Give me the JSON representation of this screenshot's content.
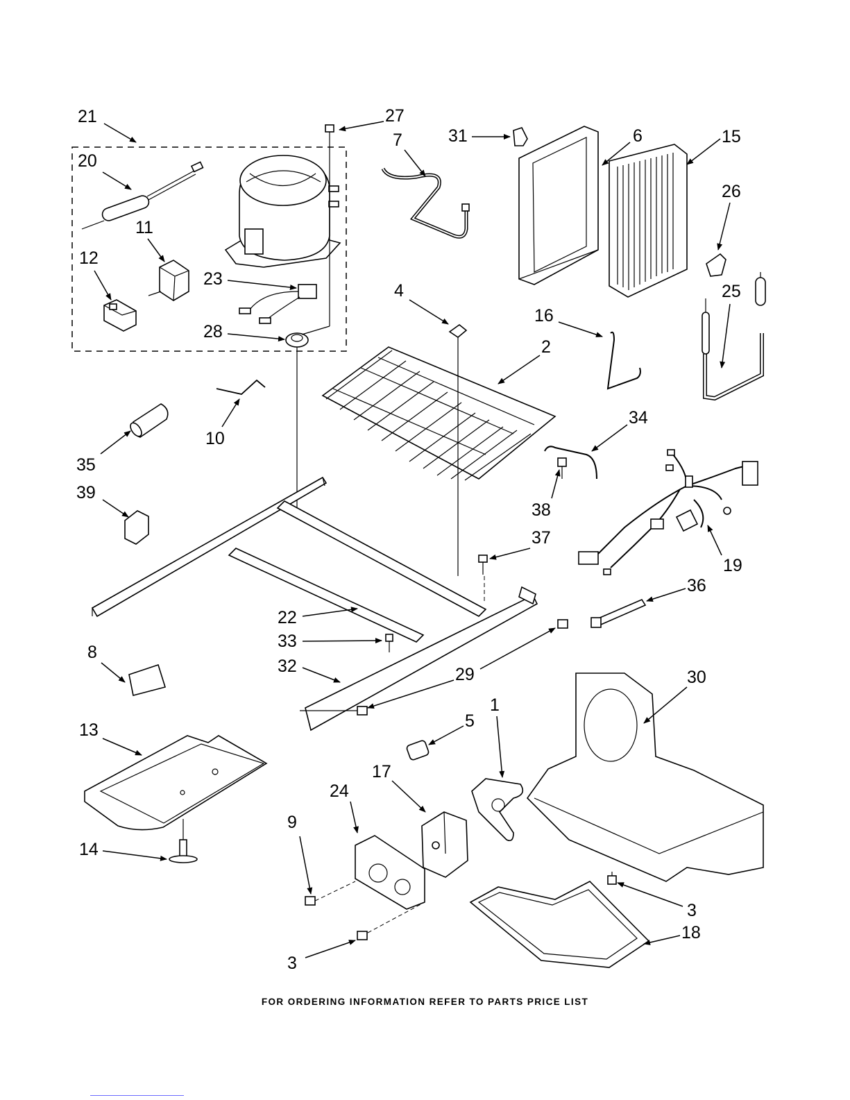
{
  "footer_text": "FOR ORDERING INFORMATION REFER TO PARTS PRICE LIST",
  "callouts": {
    "c1": "1",
    "c2": "2",
    "c3a": "3",
    "c3b": "3",
    "c4": "4",
    "c5": "5",
    "c6": "6",
    "c7": "7",
    "c8": "8",
    "c9": "9",
    "c10": "10",
    "c11": "11",
    "c12": "12",
    "c13": "13",
    "c14": "14",
    "c15": "15",
    "c16": "16",
    "c17": "17",
    "c18": "18",
    "c19": "19",
    "c20": "20",
    "c21": "21",
    "c22": "22",
    "c23": "23",
    "c24": "24",
    "c25": "25",
    "c26": "26",
    "c27": "27",
    "c28": "28",
    "c29": "29",
    "c30": "30",
    "c31": "31",
    "c32": "32",
    "c33": "33",
    "c34": "34",
    "c35": "35",
    "c36": "36",
    "c37": "37",
    "c38": "38",
    "c39": "39"
  }
}
